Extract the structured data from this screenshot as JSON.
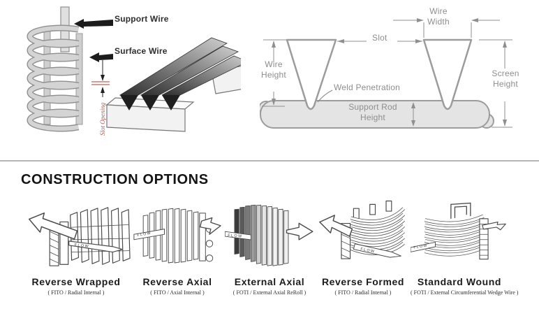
{
  "top_section": {
    "spiral_diagram": {
      "support_wire_label": "Support Wire",
      "surface_wire_label": "Surface Wire",
      "slot_opening_label": "Slot Opening",
      "slot_opening_color": "#b5574c"
    },
    "profile_diagram": {
      "wire_width_label": "Wire\nWidth",
      "slot_label": "Slot",
      "wire_height_label": "Wire\nHeight",
      "weld_penetration_label": "Weld Penetration",
      "support_rod_height_label": "Support Rod\nHeight",
      "screen_height_label": "Screen\nHeight",
      "label_color": "#8e8e8e",
      "outline_color": "#9c9c9c",
      "rod_fill": "#e4e4e4"
    }
  },
  "construction_options": {
    "heading": "CONSTRUCTION OPTIONS",
    "options": [
      {
        "name": "Reverse Wrapped",
        "subtitle": "( FITO / Radial Internal )",
        "flow_label": "FLOW"
      },
      {
        "name": "Reverse Axial",
        "subtitle": "( FITO / Axial Internal )",
        "flow_label": "FLOW"
      },
      {
        "name": "External Axial",
        "subtitle": "( FOTI / External Axial ReRoll )",
        "flow_label": "FLOW"
      },
      {
        "name": "Reverse Formed",
        "subtitle": "( FITO / Radial Internal )",
        "flow_label": "FLOW"
      },
      {
        "name": "Standard Wound",
        "subtitle": "( FOTI / External Circumferential Wedge Wire )",
        "flow_label": "FLOW"
      }
    ]
  }
}
